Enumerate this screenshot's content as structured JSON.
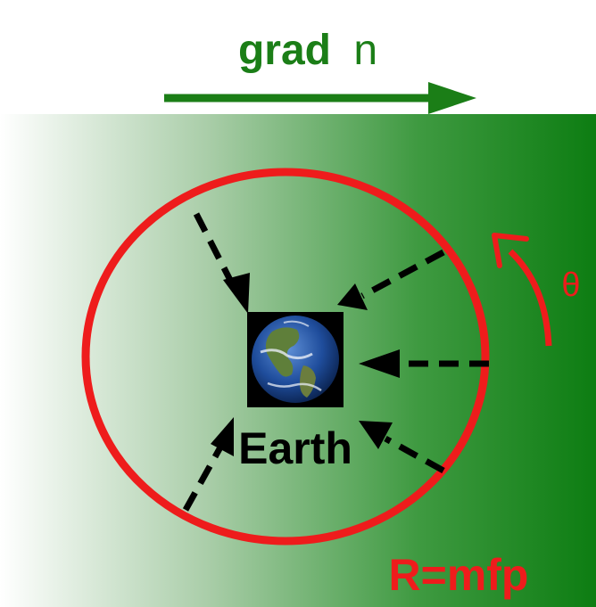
{
  "title": {
    "bold": "grad",
    "normal": "n"
  },
  "labels": {
    "earth": "Earth",
    "theta": "θ",
    "radius": "R=mfp"
  },
  "icons": {
    "earth": "earth-globe-icon"
  },
  "colors": {
    "gradient_start": "#ffffff",
    "gradient_end": "#0d7d12",
    "title_green": "#1b7e17",
    "circle_red": "#ee1c1c",
    "arrow_black": "#000000"
  }
}
